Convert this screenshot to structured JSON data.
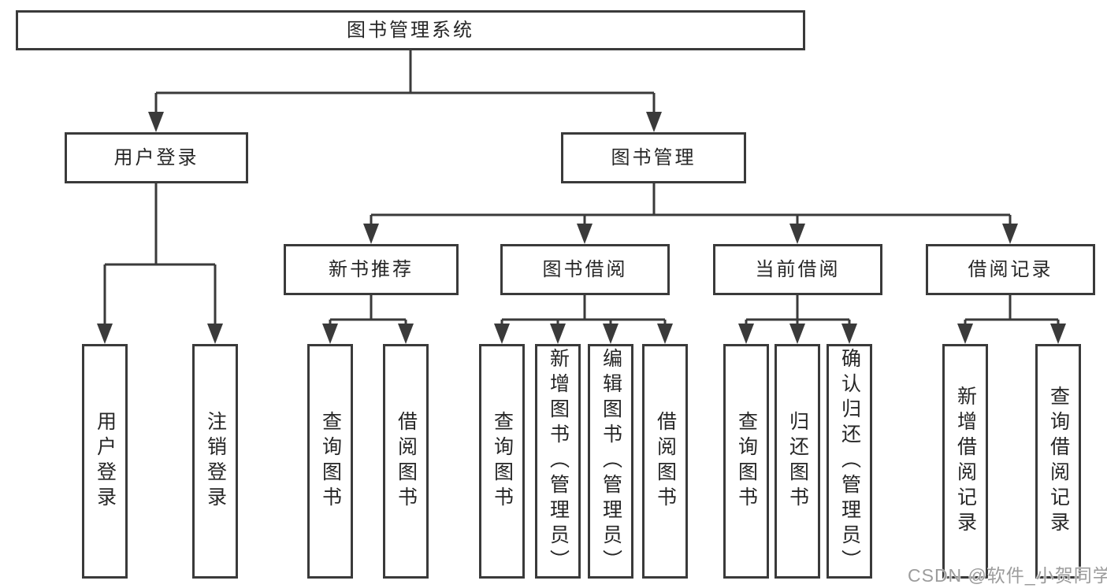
{
  "tree": {
    "root": {
      "label": "图书管理系统"
    },
    "children": [
      {
        "label": "用户登录",
        "leaves": [
          "用户登录",
          "注销登录"
        ]
      },
      {
        "label": "图书管理",
        "children": [
          {
            "label": "新书推荐",
            "leaves": [
              "查询图书",
              "借阅图书"
            ]
          },
          {
            "label": "图书借阅",
            "leaves": [
              "查询图书",
              "新增图书（管理员）",
              "编辑图书（管理员）",
              "借阅图书"
            ]
          },
          {
            "label": "当前借阅",
            "leaves": [
              "查询图书",
              "归还图书",
              "确认归还（管理员）"
            ]
          },
          {
            "label": "借阅记录",
            "leaves": [
              "新增借阅记录",
              "查询借阅记录"
            ]
          }
        ]
      }
    ]
  },
  "watermark": {
    "text": "CSDN @软件_小贺同学"
  },
  "colors": {
    "line": "#3a3a3a",
    "text": "#262626",
    "background": "#ffffff",
    "watermark": "#9c9c9c"
  }
}
